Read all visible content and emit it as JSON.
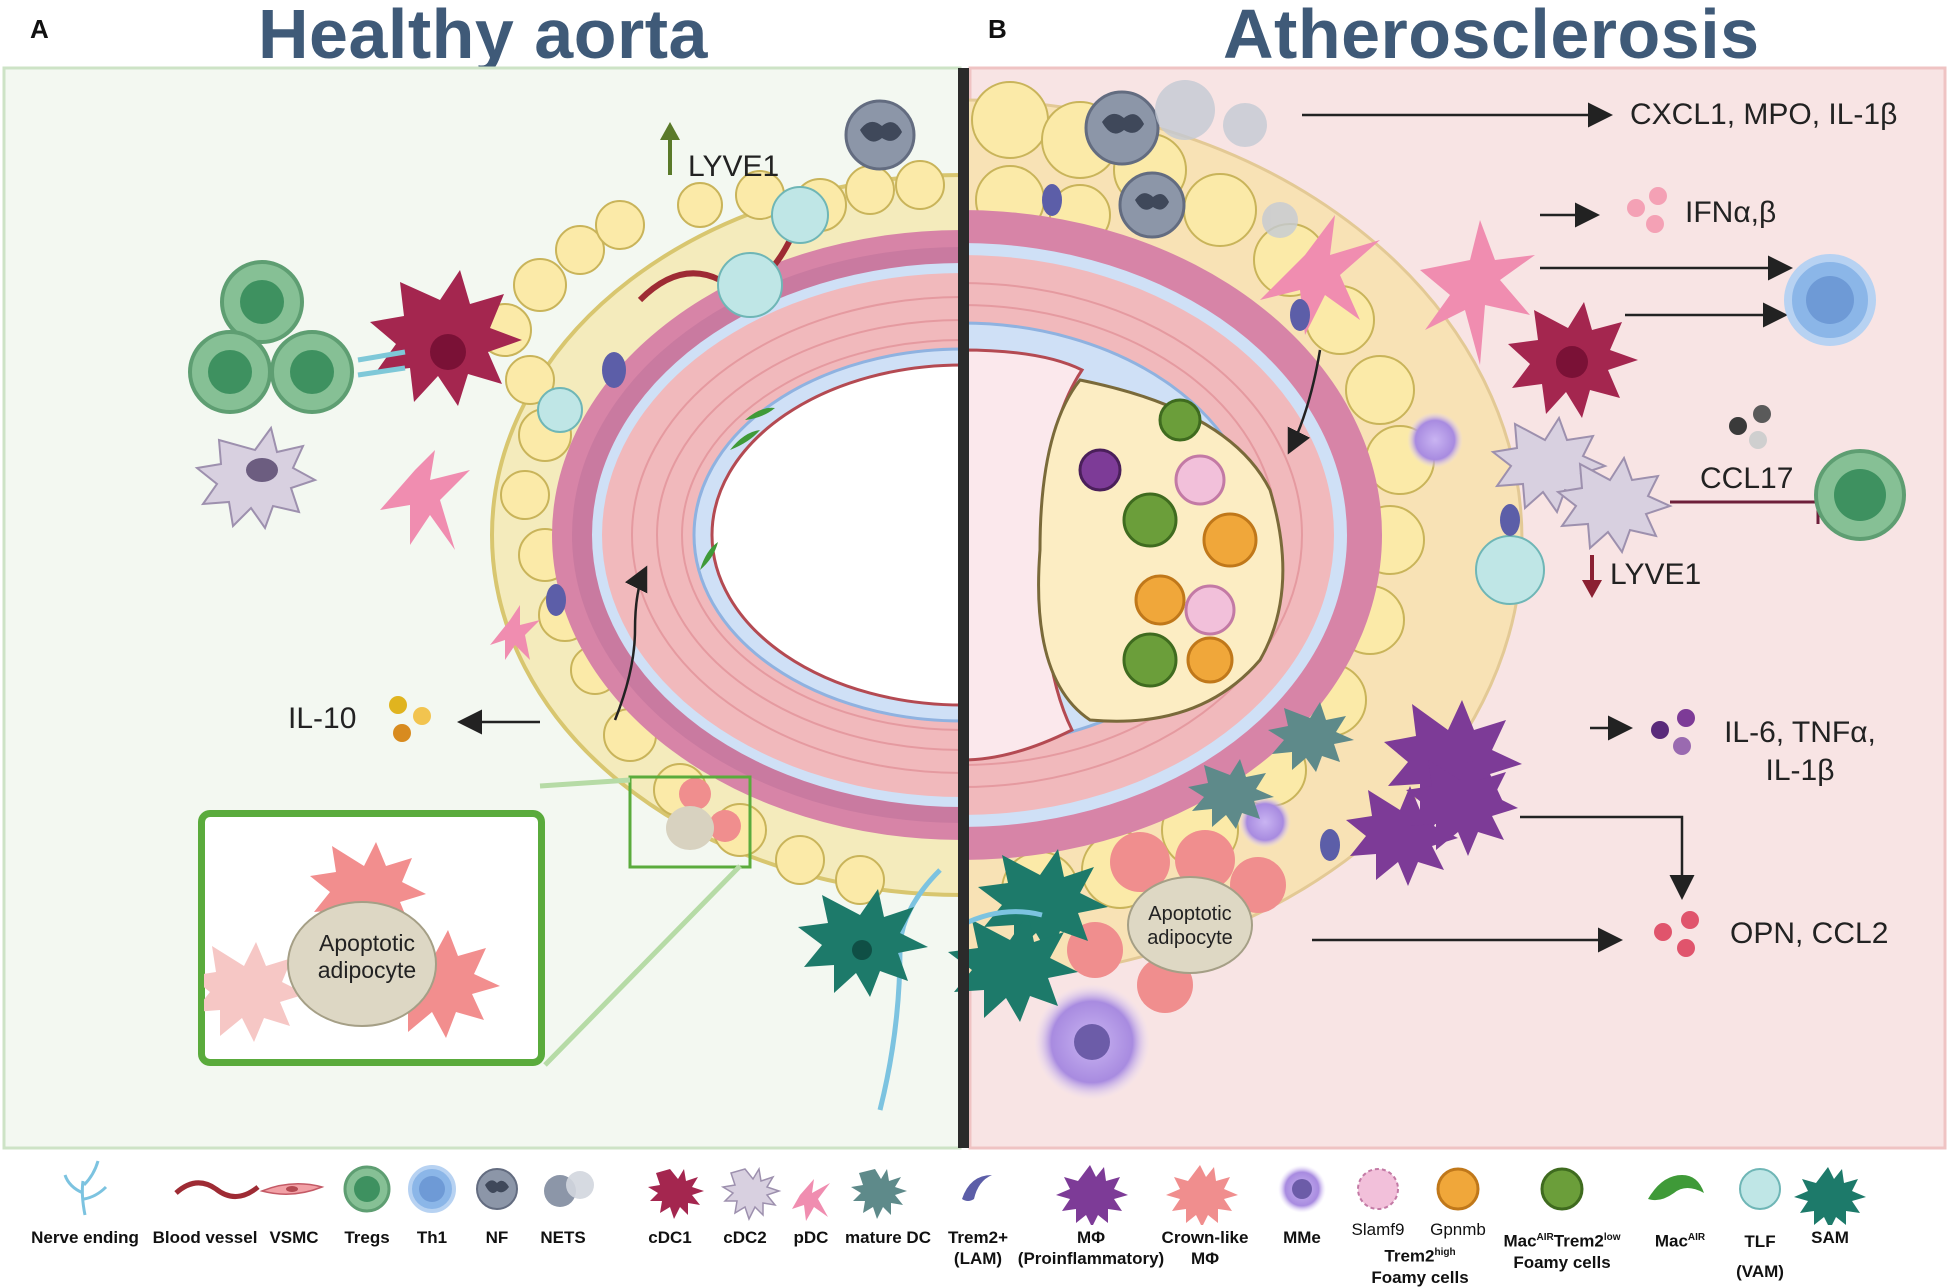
{
  "panels": {
    "a": {
      "letter": "A",
      "title": "Healthy aorta"
    },
    "b": {
      "letter": "B",
      "title": "Atherosclerosis"
    }
  },
  "healthy": {
    "lyve1_up": "LYVE1",
    "il10": "IL-10",
    "inset_label_1": "Apoptotic",
    "inset_label_2": "adipocyte"
  },
  "athero": {
    "cxcl1": "CXCL1, MPO, IL-1β",
    "ifn": "IFNα,β",
    "ccl17": "CCL17",
    "lyve1_down": "LYVE1",
    "il6_1": "IL-6, TNFα,",
    "il6_2": "IL-1β",
    "opn": "OPN, CCL2",
    "apoptotic_1": "Apoptotic",
    "apoptotic_2": "adipocyte"
  },
  "legend": {
    "nerve": "Nerve ending",
    "blood_vessel": "Blood vessel",
    "vsmc": "VSMC",
    "tregs": "Tregs",
    "th1": "Th1",
    "nf": "NF",
    "nets": "NETS",
    "cdc1": "cDC1",
    "cdc2": "cDC2",
    "pdc": "pDC",
    "mature_dc": "mature DC",
    "trem2_1": "Trem2+",
    "trem2_2": "(LAM)",
    "mphi_1": "MΦ",
    "mphi_2": "(Proinflammatory)",
    "crown_1": "Crown-like",
    "crown_2": "MΦ",
    "mme": "MMe",
    "slamf9": "Slamf9",
    "gpnmb": "Gpnmb",
    "trem2high_1": "Trem2",
    "trem2high_sup": "high",
    "trem2high_2": "Foamy cells",
    "macair_1a": "Mac",
    "macair_sup1": "AIR",
    "macair_1b": "Trem2",
    "macair_sup2": "low",
    "macair_2": "Foamy cells",
    "macair": "Mac",
    "macair_sup": "AIR",
    "tlf_1": "TLF",
    "tlf_2": "(VAM)",
    "sam": "SAM"
  },
  "colors": {
    "title": "#3f5a78",
    "healthy_bg": "#f3f8f1",
    "athero_bg": "#f8e4e4",
    "adipocyte": "#fbeaa8",
    "intima": "#f0b3b7",
    "treg": "#86c095",
    "th1": "#8bb6e8",
    "inset_border": "#5aab3c"
  }
}
